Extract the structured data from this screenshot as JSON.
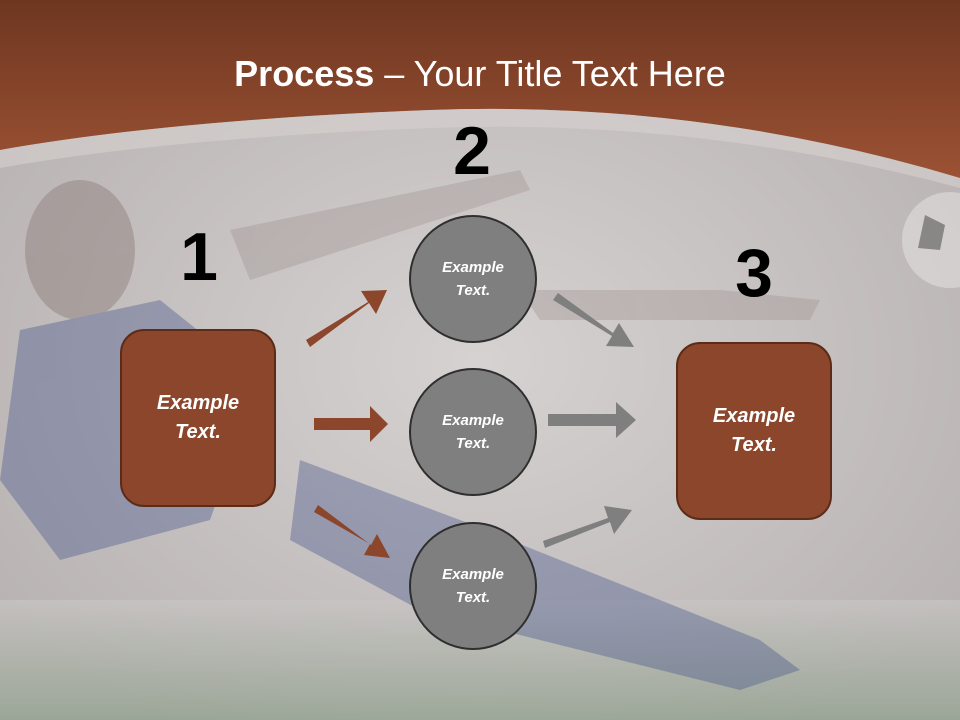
{
  "slide": {
    "title_bold": "Process",
    "title_rest": " – Your Title Text Here",
    "numbers": [
      "1",
      "2",
      "3"
    ],
    "left_box": {
      "line1": "Example",
      "line2": "Text."
    },
    "right_box": {
      "line1": "Example",
      "line2": "Text."
    },
    "circles": [
      {
        "line1": "Example",
        "line2": "Text."
      },
      {
        "line1": "Example",
        "line2": "Text."
      },
      {
        "line1": "Example",
        "line2": "Text."
      }
    ]
  },
  "colors": {
    "header": "#8b462b",
    "box_fill": "#8b462b",
    "circle_fill": "#7f7f7f",
    "arrow_brown": "#8b462b",
    "arrow_gray": "#7f7f7f"
  }
}
